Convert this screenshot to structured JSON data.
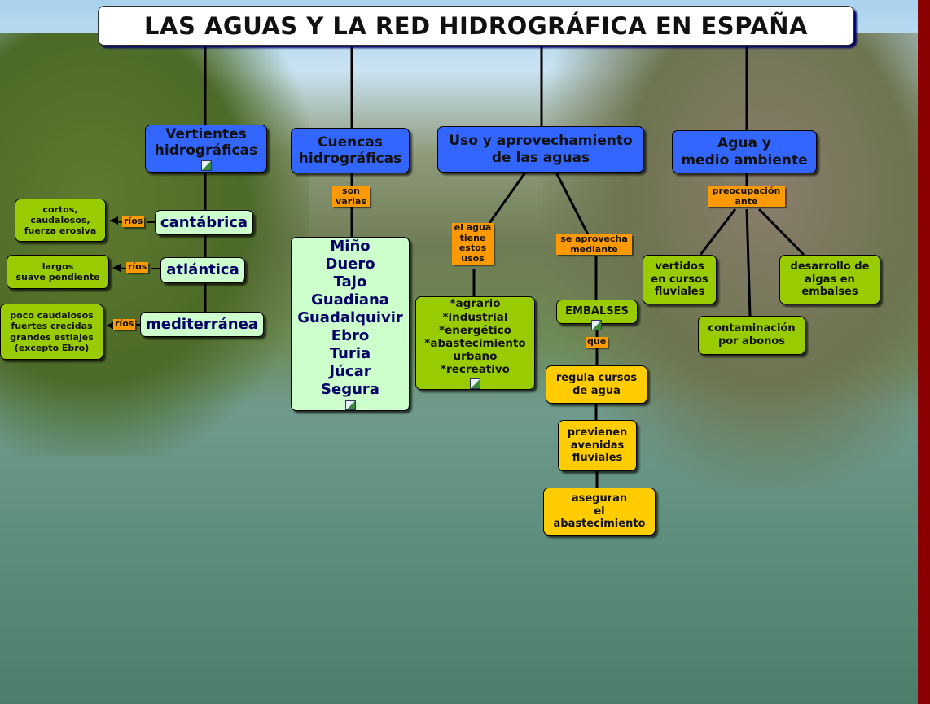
{
  "title": "LAS AGUAS Y LA RED HIDROGRÁFICA EN ESPAÑA",
  "colors": {
    "main": "#3366ff",
    "sub": "#ccffcc",
    "detail": "#99cc00",
    "result": "#ffcc00",
    "link": "#ff9900",
    "border": "#8b0000"
  },
  "vertientes": {
    "label": "Vertientes\nhidrográficas",
    "icon": "image-icon",
    "items": [
      {
        "name": "cantábrica",
        "link": "ríos",
        "desc": "cortos,\ncaudalosos,\nfuerza erosiva"
      },
      {
        "name": "atlántica",
        "link": "ríos",
        "desc": "largos\nsuave pendiente"
      },
      {
        "name": "mediterránea",
        "link": "ríos",
        "desc": "poco caudalosos\nfuertes crecidas\ngrandes estiajes\n(excepto Ebro)"
      }
    ]
  },
  "cuencas": {
    "label": "Cuencas\nhidrográficas",
    "link": "son\nvarias",
    "rivers": "Miño\nDuero\nTajo\nGuadiana\nGuadalquivir\nEbro\nTuria\nJúcar\nSegura"
  },
  "uso": {
    "label": "Uso y aprovechamiento\nde las aguas",
    "link1": "el agua\ntiene\nestos\nusos",
    "usos": "*agrario\n*industrial\n*energético\n*abastecimiento\nurbano\n*recreativo",
    "link2": "se aprovecha\nmediante",
    "embalses": "EMBALSES",
    "link3": "que",
    "r1": "regula cursos\nde agua",
    "r2": "previenen\navenidas\nfluviales",
    "r3": "aseguran\nel\nabastecimiento"
  },
  "medio": {
    "label": "Agua y\nmedio ambiente",
    "link": "preocupación\nante",
    "i1": "vertidos\nen cursos\nfluviales",
    "i2": "contaminación\npor abonos",
    "i3": "desarrollo de\nalgas en\nembalses"
  }
}
